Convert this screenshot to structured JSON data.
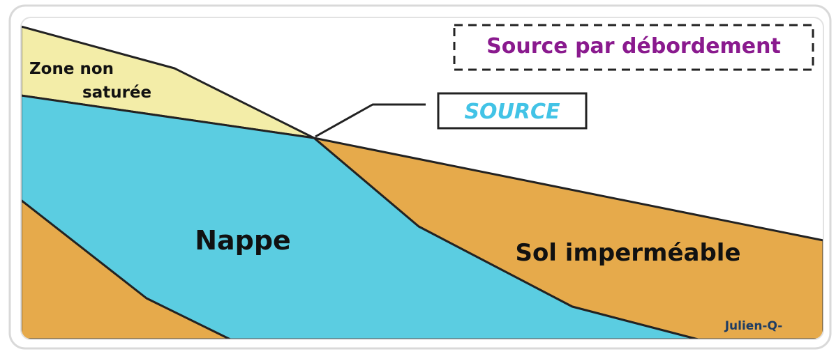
{
  "title": "Source par débordement",
  "labels": {
    "zone_line1": "Zone non",
    "zone_line2": "saturée",
    "source": "SOURCE",
    "nappe": "Nappe",
    "sol": "Sol imperméable",
    "credit": "Julien-Q-"
  },
  "colors": {
    "zone_non_saturee": "#f3eda8",
    "nappe": "#5bcde1",
    "sol_impermeable": "#e6aa4b",
    "title_text": "#8a1a8e",
    "source_text": "#42c3e6",
    "credit_text": "#1f3d63",
    "outline": "#222222"
  }
}
